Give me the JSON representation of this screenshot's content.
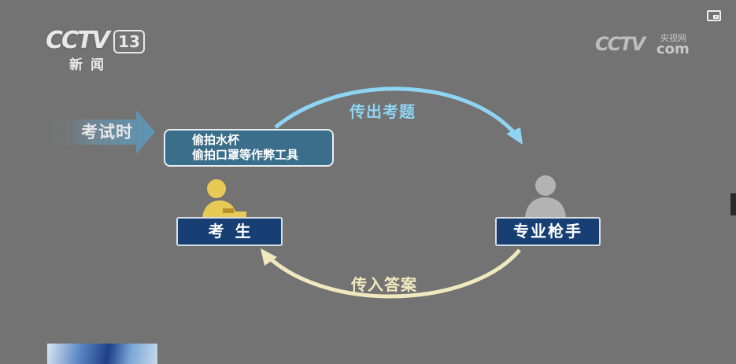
{
  "logo_left": {
    "word": "CCTV",
    "channel": "13",
    "sub": "新闻"
  },
  "logo_right": {
    "word": "CCTV",
    "cn": "央视网",
    "com": "com"
  },
  "diagram": {
    "exam_time": "考试时",
    "tools": [
      "偷拍水杯",
      "偷拍口罩等作弊工具"
    ],
    "examinee": "考生",
    "gunman": "专业枪手",
    "send_out": "传出考题",
    "send_in": "传入答案"
  },
  "colors": {
    "background": "#737373",
    "label_box": "#173f74",
    "tools_box": "#3a6e8a",
    "out_arc": "#8fd4f2",
    "in_arc": "#f0e9bf",
    "examinee_figure": "#e7c956",
    "gunman_figure": "#b3b3b3"
  }
}
